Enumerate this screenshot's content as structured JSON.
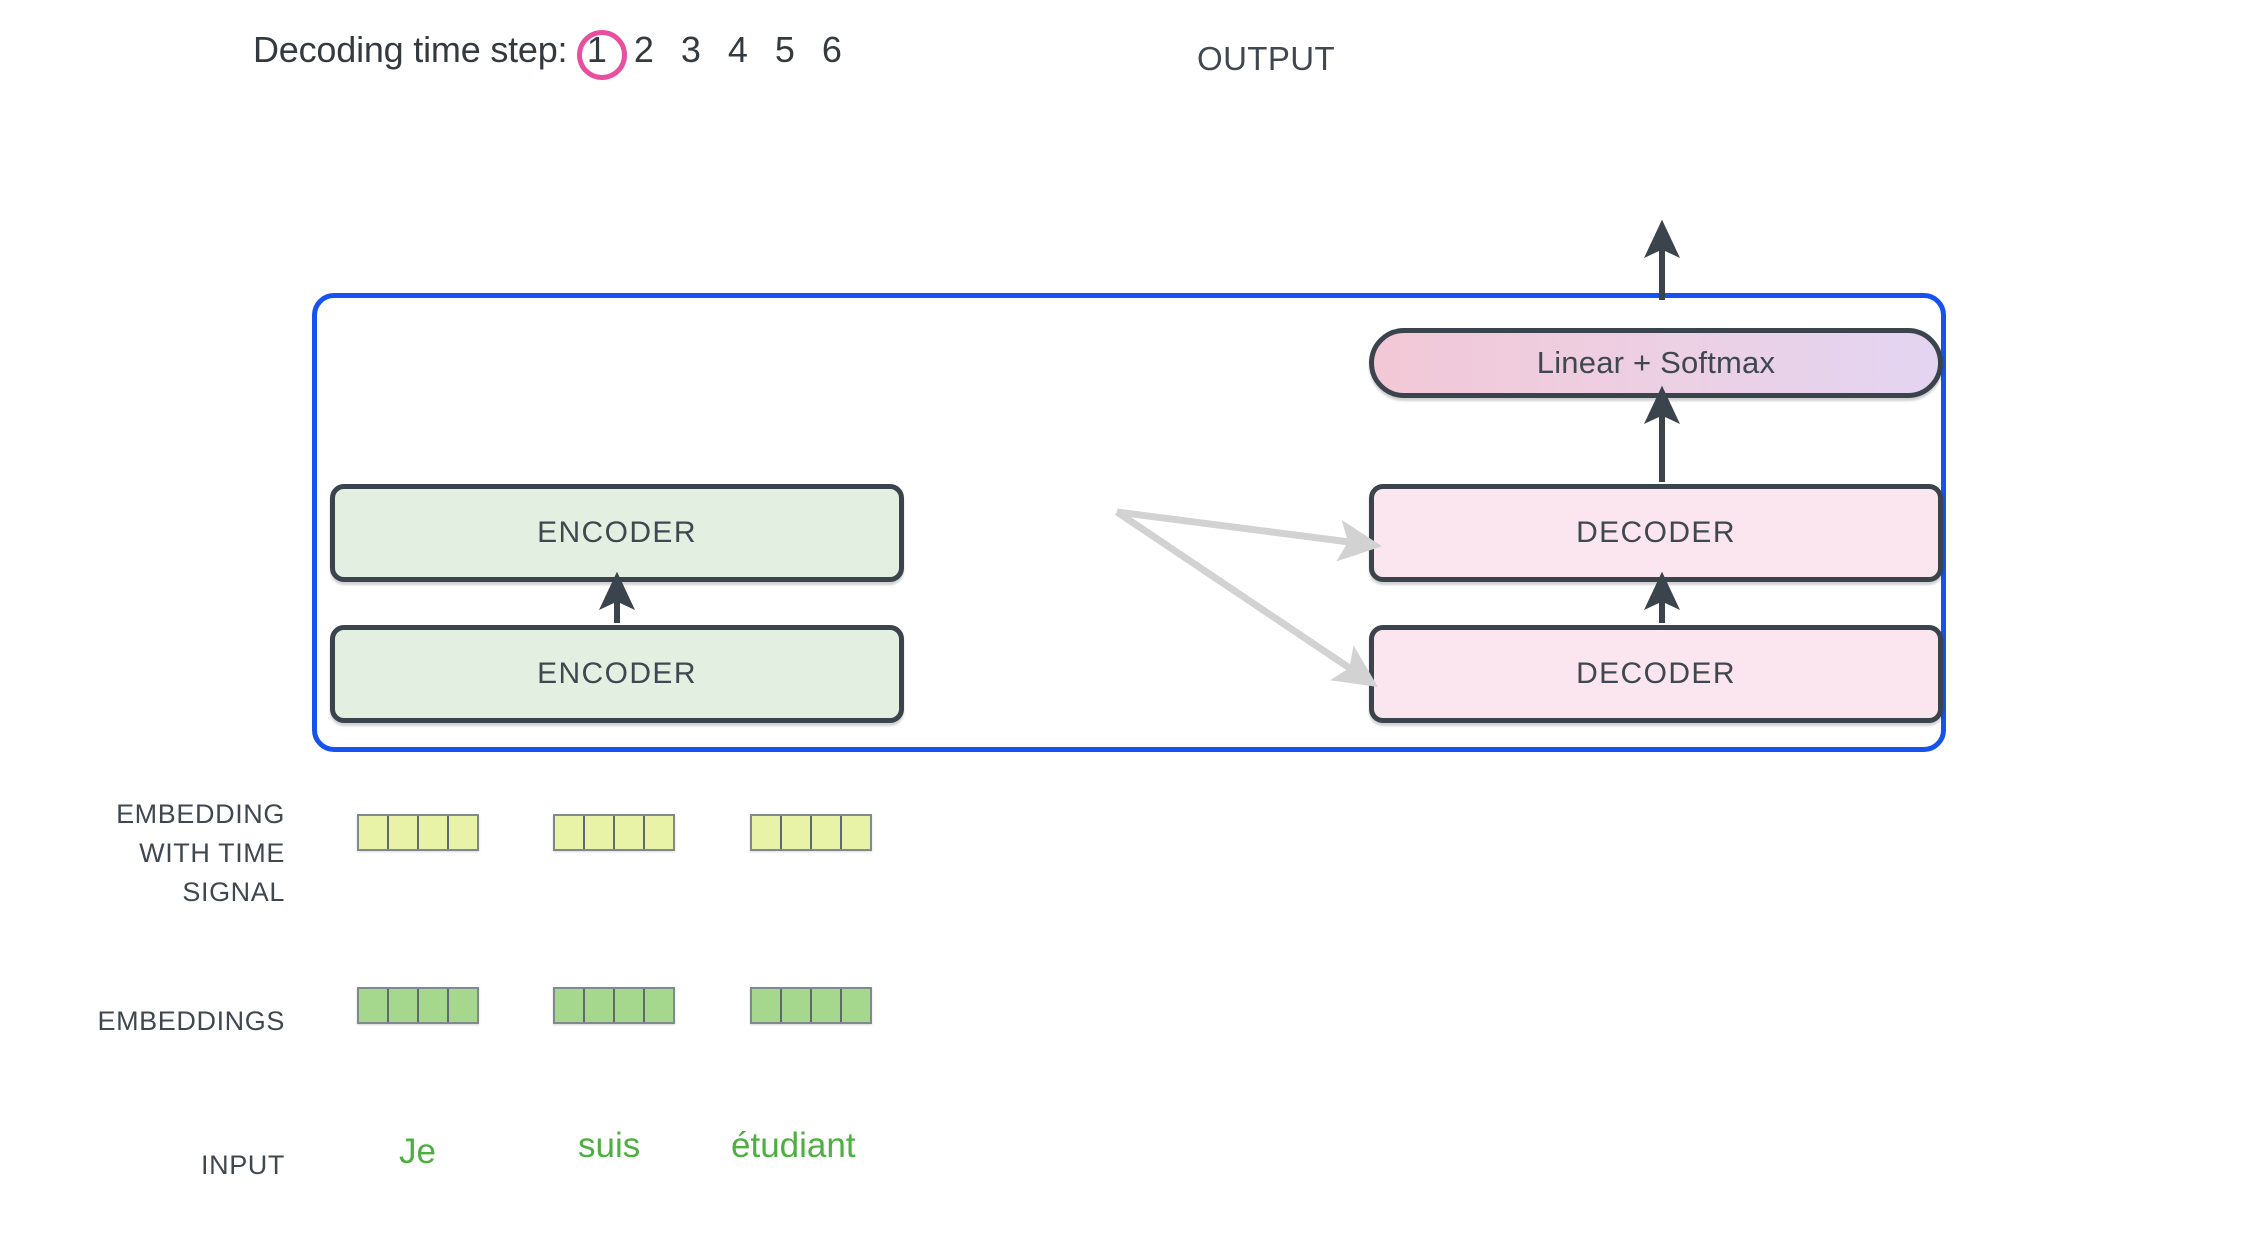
{
  "header": {
    "timestep_label": "Decoding time step:",
    "timesteps": [
      "1",
      "2",
      "3",
      "4",
      "5",
      "6"
    ],
    "active_timestep": "1",
    "active_ring_color": "#e8509f",
    "output_label": "OUTPUT"
  },
  "model": {
    "container_border_color": "#1652f0",
    "encoders": [
      {
        "label": "ENCODER"
      },
      {
        "label": "ENCODER"
      }
    ],
    "decoders": [
      {
        "label": "DECODER"
      },
      {
        "label": "DECODER"
      }
    ],
    "softmax": {
      "label": "Linear + Softmax"
    },
    "colors": {
      "encoder_fill": "#e3f0e1",
      "decoder_fill": "#fbe6f0",
      "block_border": "#3b444c",
      "arrow_dark": "#3b444c",
      "arrow_light": "#d2d2d2"
    }
  },
  "rows": {
    "embedding_with_time_signal_label": "EMBEDDING\nWITH TIME\nSIGNAL",
    "embedding_with_time_signal_lines": [
      "EMBEDDING",
      "WITH TIME",
      "SIGNAL"
    ],
    "embeddings_label": "EMBEDDINGS",
    "input_label": "INPUT"
  },
  "vectors": {
    "cells_per_vector": 4,
    "time_signal_color": "#e9f3a7",
    "embeddings_color": "#a5d78d",
    "time_signal_vectors": [
      {
        "token": "Je"
      },
      {
        "token": "suis"
      },
      {
        "token": "étudiant"
      }
    ],
    "embedding_vectors": [
      {
        "token": "Je"
      },
      {
        "token": "suis"
      },
      {
        "token": "étudiant"
      }
    ]
  },
  "input": {
    "word_color": "#4caf3f",
    "words": [
      "Je",
      "suis",
      "étudiant"
    ]
  }
}
